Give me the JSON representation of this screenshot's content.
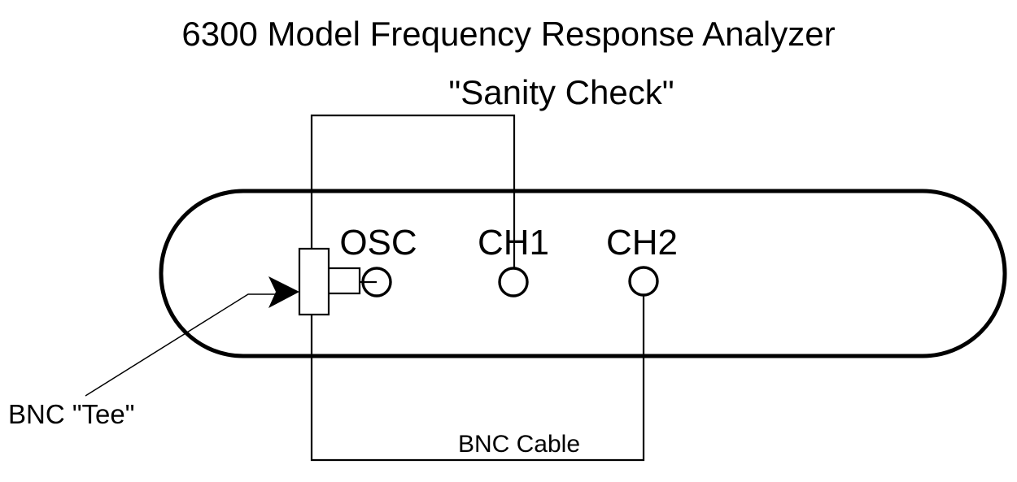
{
  "title": {
    "line1": "6300 Model Frequency Response Analyzer",
    "line2": "\"Sanity Check\""
  },
  "diagram": {
    "type": "wiring-diagram",
    "subject": "Frequency Response Analyzer front panel loopback test",
    "instrument_panel": {
      "name": "analyzer-front-panel",
      "shape": "rounded-rectangle",
      "fill": "#ffffff",
      "stroke": "#000000"
    },
    "ports": [
      {
        "id": "osc",
        "label": "OSC",
        "connector": "bnc-jack"
      },
      {
        "id": "ch1",
        "label": "CH1",
        "connector": "bnc-jack"
      },
      {
        "id": "ch2",
        "label": "CH2",
        "connector": "bnc-jack"
      }
    ],
    "annotations": [
      {
        "id": "bnc-tee",
        "text": "BNC \"Tee\"",
        "points_to": "osc"
      },
      {
        "id": "bnc-cable",
        "text": "BNC Cable",
        "points_to": "ch2"
      }
    ],
    "connections": [
      {
        "from": "bnc-tee",
        "to": "ch1",
        "via": "BNC Cable",
        "route": "top"
      },
      {
        "from": "bnc-tee",
        "to": "ch2",
        "via": "BNC Cable",
        "route": "bottom"
      }
    ]
  },
  "colors": {
    "ink": "#000000",
    "paper": "#ffffff"
  }
}
